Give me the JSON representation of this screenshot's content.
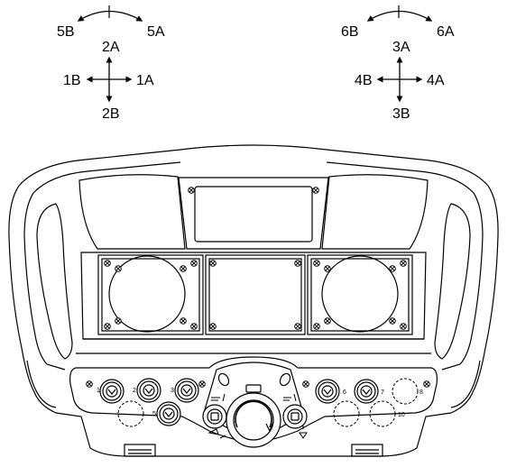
{
  "joystick_left": {
    "rotate_ccw": "5B",
    "rotate_cw": "5A",
    "up": "2A",
    "left": "1B",
    "right": "1A",
    "down": "2B"
  },
  "joystick_right": {
    "rotate_ccw": "6B",
    "rotate_cw": "6A",
    "up": "3A",
    "left": "4B",
    "right": "4A",
    "down": "3B"
  },
  "switch_numbers": [
    "1",
    "2",
    "3",
    "5",
    "6",
    "7",
    "8",
    "10"
  ],
  "colors": {
    "line": "#000000",
    "background": "#ffffff"
  }
}
